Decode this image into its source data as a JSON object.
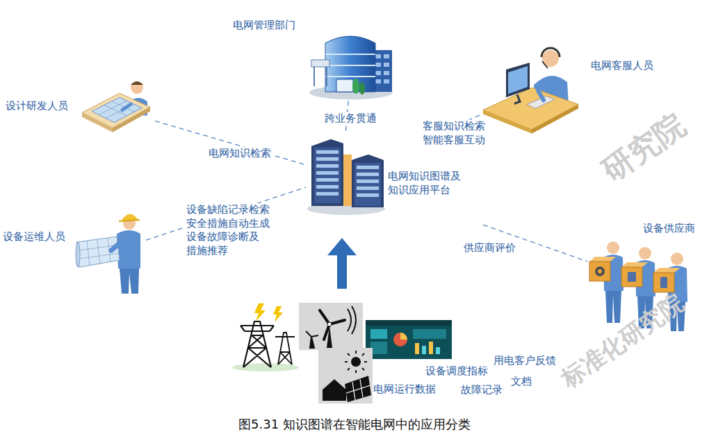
{
  "diagram": {
    "caption": "图5.31 知识图谱在智能电网中的应用分类",
    "nodes": [
      {
        "text": [
          "电网管理部门"
        ]
      },
      {
        "text": [
          "电网客服人员"
        ]
      },
      {
        "text": [
          "设计研发人员"
        ]
      },
      {
        "text": [
          "电网知识图谱及知识应用平台"
        ]
      },
      {
        "text": [
          "设备供应商"
        ]
      },
      {
        "text": [
          "设备运维人员"
        ]
      },
      {
        "text": [
          "用电客户反馈",
          "设备调度指标",
          "文档",
          "电网运行数据",
          "故障记录"
        ]
      }
    ],
    "edges": [
      {
        "from": 0,
        "to": 3,
        "arrow": "none",
        "label": "跨业务贯通"
      },
      {
        "from": 2,
        "to": 3,
        "arrow": "none",
        "label": "电网知识检索"
      },
      {
        "from": 1,
        "to": 3,
        "arrow": "none",
        "label": "客服知识检索 智能客服互动"
      },
      {
        "from": 5,
        "to": 3,
        "arrow": "none",
        "label": "设备缺陷记录检索 安全措施自动生成 设备故障诊断及 措施推荐"
      },
      {
        "from": 3,
        "to": 4,
        "arrow": "none",
        "label": "供应商评价"
      },
      {
        "from": 6,
        "to": 3,
        "arrow": "to"
      }
    ],
    "labels": [
      "研究院",
      "标准化研究院"
    ]
  }
}
